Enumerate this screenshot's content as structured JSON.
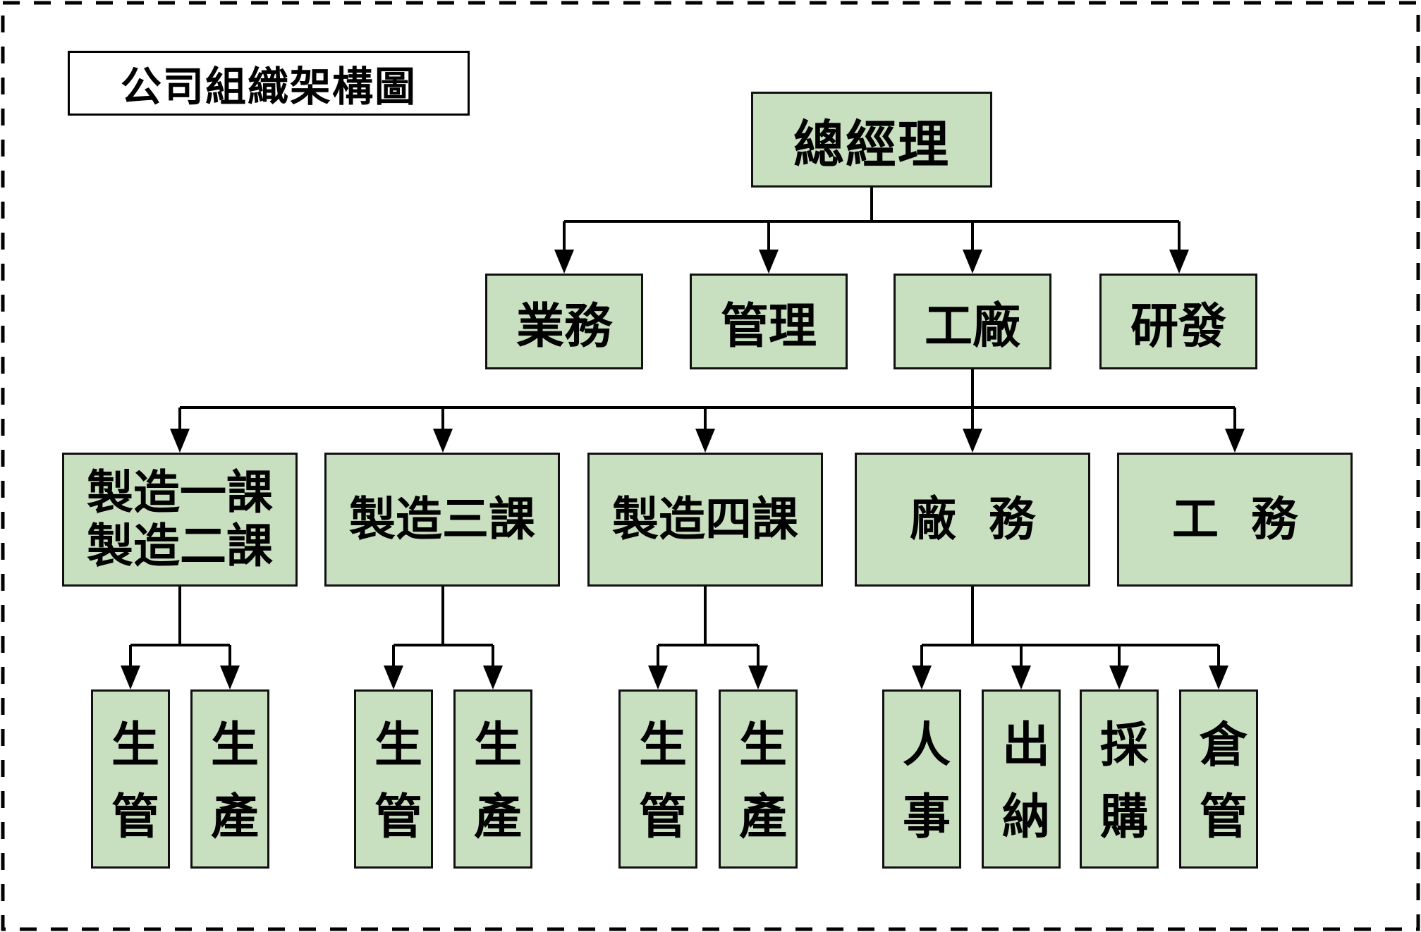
{
  "title": "公司組織架構圖",
  "colors": {
    "node_fill": "#c8e0bf",
    "border": "#111111",
    "line": "#000000",
    "background": "#ffffff"
  },
  "org": {
    "root": "總經理",
    "departments": [
      "業務",
      "管理",
      "工廠",
      "研發"
    ],
    "factory_units": [
      "製造一課\n製造二課",
      "製造三課",
      "製造四課",
      "廠  務",
      "工  務"
    ],
    "sub_units": {
      "mfg_1_2": [
        "生管",
        "生產"
      ],
      "mfg_3": [
        "生管",
        "生產"
      ],
      "mfg_4": [
        "生管",
        "生產"
      ],
      "plant_affairs": [
        "人事",
        "出納",
        "採購",
        "倉管"
      ]
    }
  }
}
